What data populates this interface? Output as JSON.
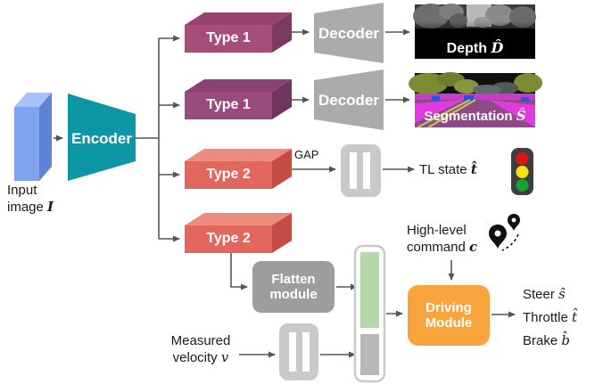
{
  "labels": {
    "input": {
      "line1": "Input",
      "line2": "image ",
      "math": "I"
    },
    "encoder": "Encoder",
    "type1_depth": "Type 1",
    "type1_seg": "Type 1",
    "type2_tl": "Type 2",
    "type2_drive": "Type 2",
    "decoder_depth": "Decoder",
    "decoder_seg": "Decoder",
    "depth_caption": {
      "text": "Depth ",
      "math": "D̂"
    },
    "seg_caption": {
      "text": "Segmentation ",
      "math": "Ŝ"
    },
    "gap": "GAP",
    "tl_state": {
      "text": "TL state ",
      "math": "t̂"
    },
    "flatten": {
      "line1": "Flatten",
      "line2": "module"
    },
    "velocity": {
      "line1": "Measured",
      "line2": "velocity ",
      "math": "v"
    },
    "command": {
      "line1": "High-level",
      "line2": "command ",
      "math": "c"
    },
    "driving": {
      "line1": "Driving",
      "line2": "Module"
    },
    "outputs": {
      "steer": {
        "text": "Steer ",
        "math": "ŝ"
      },
      "throttle": {
        "text": "Throttle ",
        "math": "t̂"
      },
      "brake": {
        "text": "Brake ",
        "math": "b̂"
      }
    }
  },
  "colors": {
    "encoder": "#0D96A5",
    "input_front": "#7FA3EE",
    "input_top": "#A9C2F6",
    "input_side": "#5E82D6",
    "type1a_front": "#A64D7A",
    "type1a_top": "#98436F",
    "type1a_side": "#7D3A60",
    "type1b_front": "#9A4B7E",
    "type1b_top": "#8A4273",
    "type1b_side": "#6F3560",
    "type2_front": "#E4675F",
    "type2_top": "#EC8B80",
    "type2_side": "#C54C44",
    "decoder": "#ABABAB",
    "flatten": "#9D9D9D",
    "vector_box": "#C9C9C9",
    "container_border": "#C9C9C9",
    "green_vector": "#B5D8A8",
    "gray_vector": "#B9B9B9",
    "driving": "#F7A43C",
    "arrow": "#555555",
    "tl_body": "#3E3E3E",
    "tl_red": "#DD1414",
    "tl_yellow": "#EFE30E",
    "tl_green": "#17A02C"
  }
}
